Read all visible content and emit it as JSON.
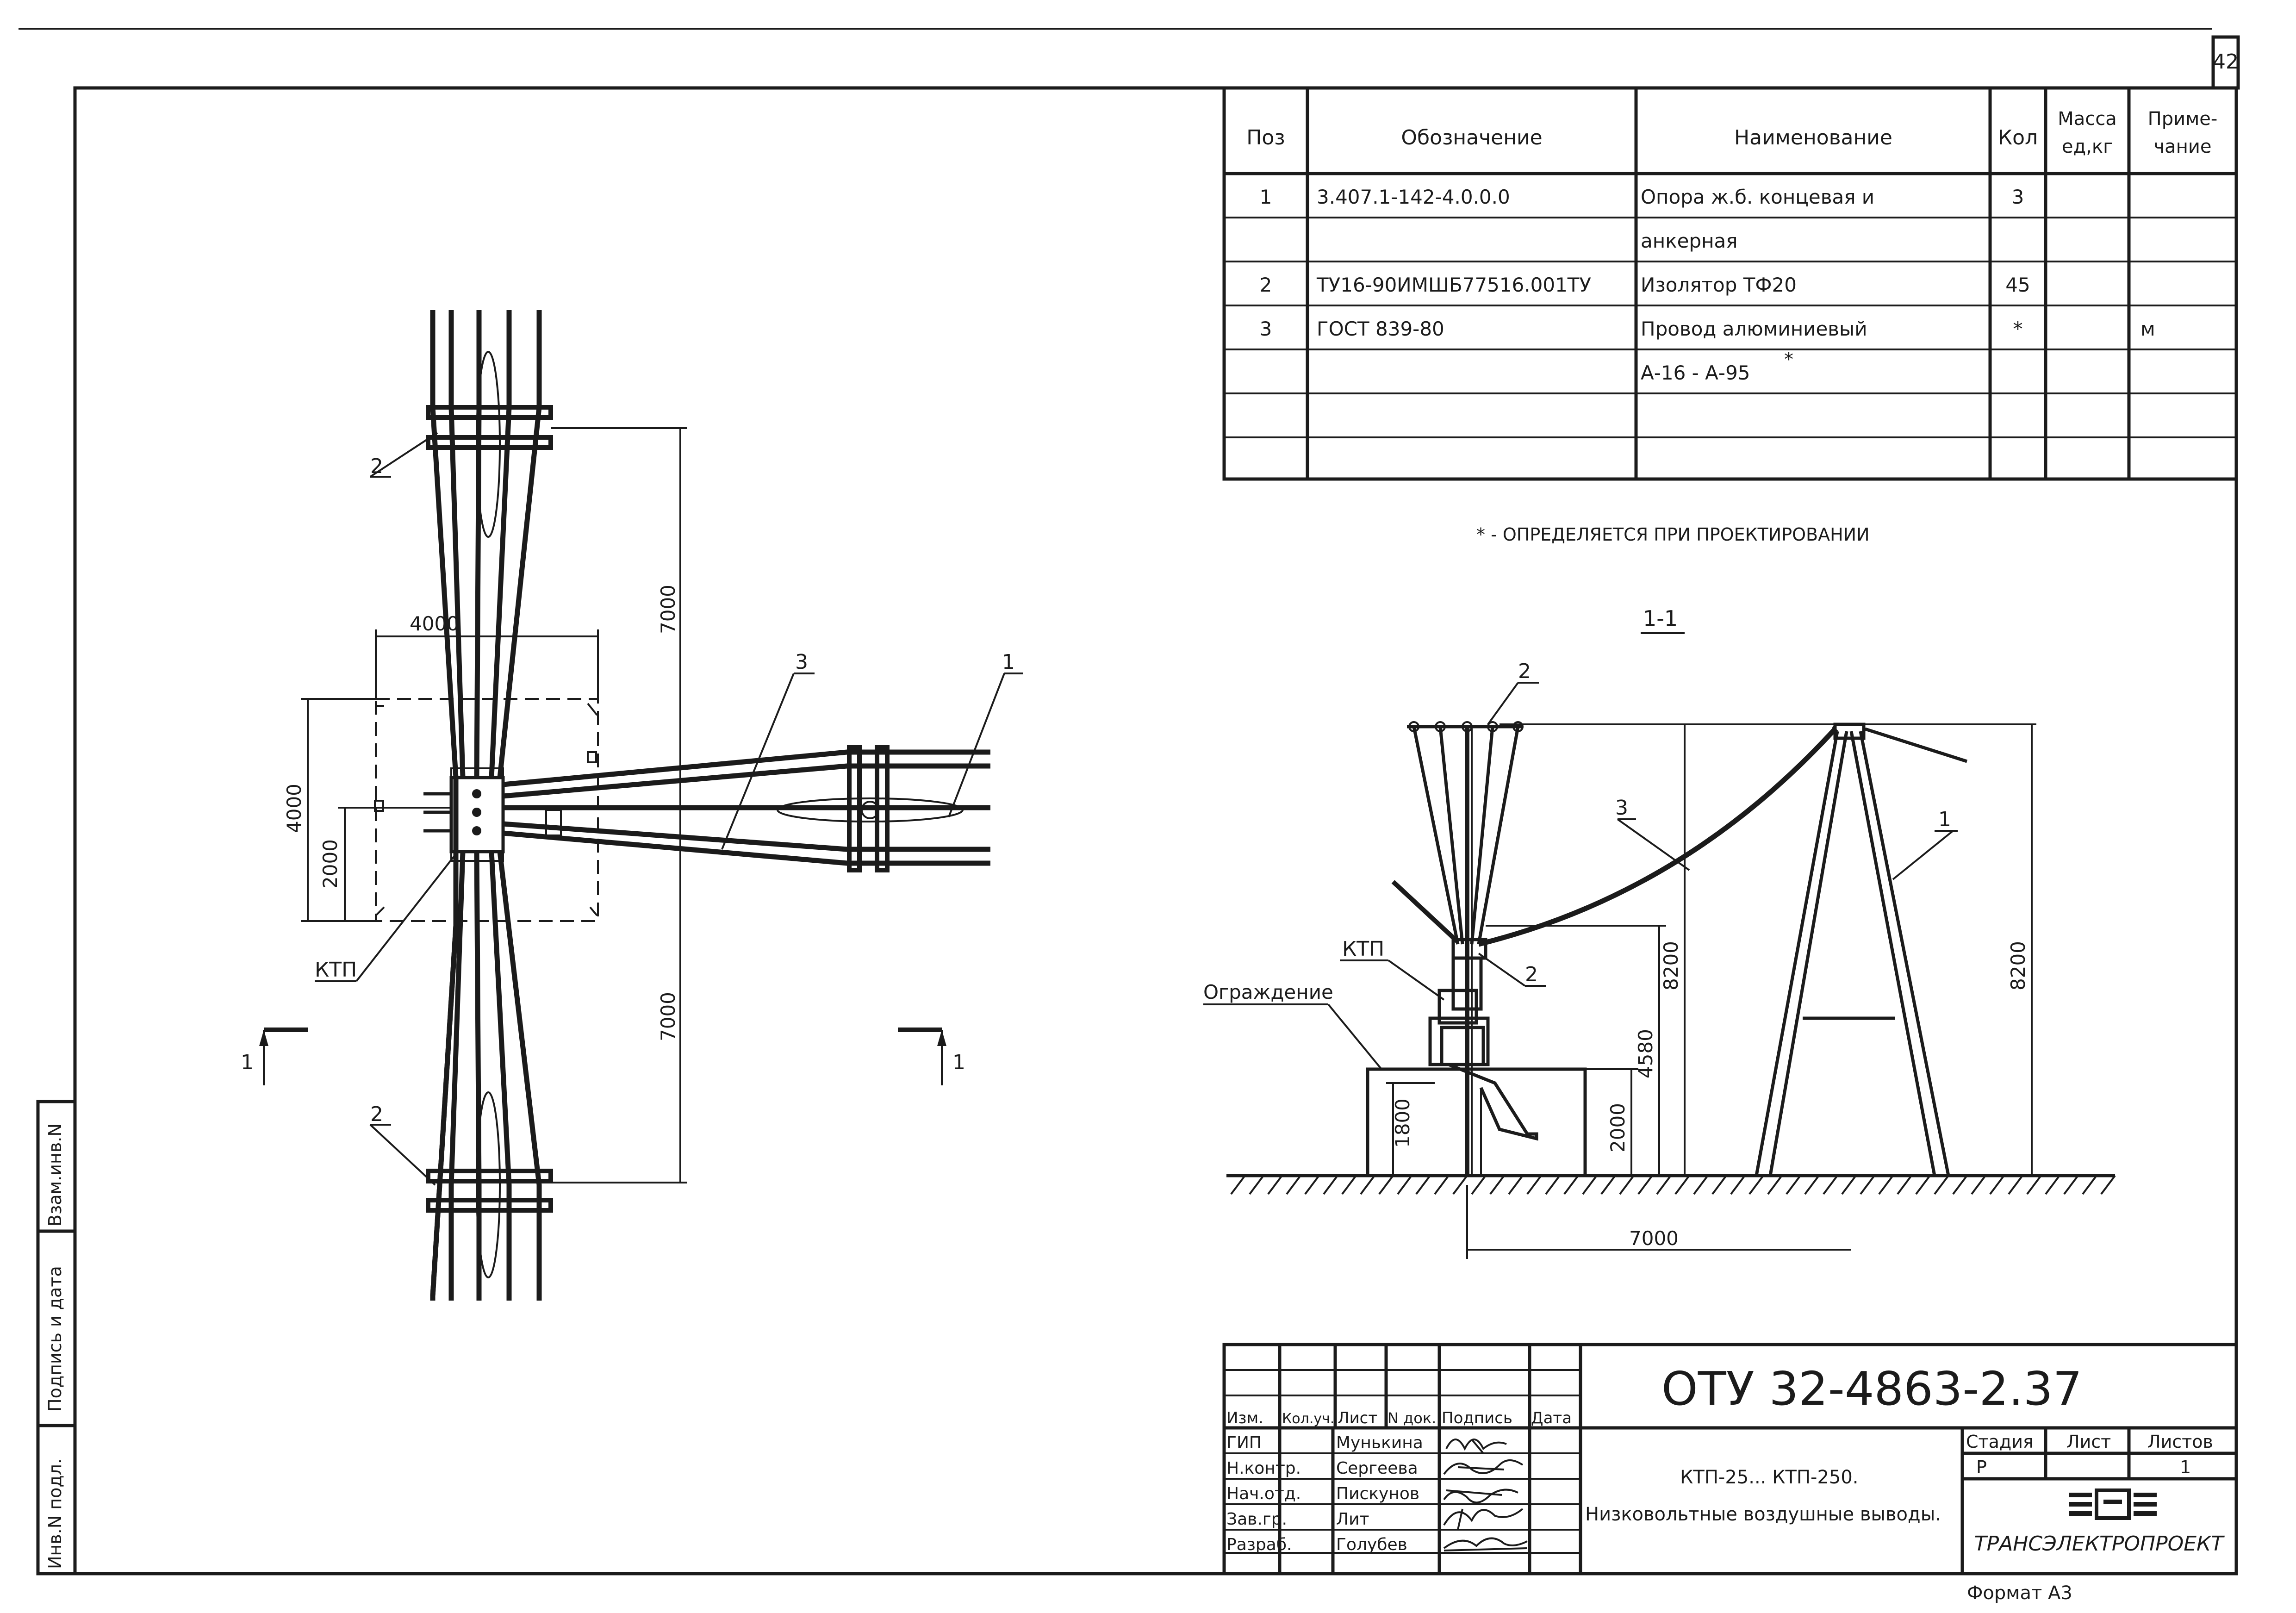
{
  "sheet_number": "42",
  "spec_table": {
    "headers": {
      "pos": "Поз",
      "designation": "Обозначение",
      "name": "Наименование",
      "qty": "Кол",
      "mass_1": "Масса",
      "mass_2": "ед,кг",
      "note_1": "Приме-",
      "note_2": "чание"
    },
    "rows": [
      {
        "pos": "1",
        "designation": "3.407.1-142-4.0.0.0",
        "name": "Опора ж.б. концевая и",
        "qty": "3",
        "mass": "",
        "note": ""
      },
      {
        "pos": "",
        "designation": "",
        "name": "анкерная",
        "qty": "",
        "mass": "",
        "note": ""
      },
      {
        "pos": "2",
        "designation": "ТУ16-90ИМШБ77516.001ТУ",
        "name": "Изолятор ТФ20",
        "qty": "45",
        "mass": "",
        "note": ""
      },
      {
        "pos": "3",
        "designation": "ГОСТ 839-80",
        "name": "Провод алюминиевый",
        "qty": "*",
        "mass": "",
        "note": "м"
      },
      {
        "pos": "",
        "designation": "",
        "name": "А-16 - А-95",
        "qty": "",
        "mass": "",
        "note": ""
      },
      {
        "pos": "",
        "designation": "",
        "name": "",
        "qty": "",
        "mass": "",
        "note": ""
      },
      {
        "pos": "",
        "designation": "",
        "name": "",
        "qty": "",
        "mass": "",
        "note": ""
      }
    ],
    "row6_star": "*"
  },
  "footnote": "* - ОПРЕДЕЛЯЕТСЯ ПРИ ПРОЕКТИРОВАНИИ",
  "plan_view": {
    "dim_width": "4000",
    "dim_height": "4000",
    "dim_half": "2000",
    "dim_up": "7000",
    "dim_down": "7000",
    "callout_1": "1",
    "callout_2_top": "2",
    "callout_2_bottom": "2",
    "callout_3": "3",
    "label_ktp": "КТП",
    "section_mark_left": "1",
    "section_mark_right": "1"
  },
  "section_view": {
    "title": "1-1",
    "callout_2_top": "2",
    "callout_2_mid": "2",
    "callout_3": "3",
    "callout_1": "1",
    "label_ktp": "КТП",
    "label_fence": "Ограждение",
    "dim_8200_left": "8200",
    "dim_8200_right": "8200",
    "dim_4580": "4580",
    "dim_2000": "2000",
    "dim_1800": "1800",
    "dim_7000": "7000"
  },
  "side_stamp": {
    "col1": "Инв.N подл.",
    "col2": "Подпись и дата",
    "col3": "Взам.инв.N"
  },
  "title_block": {
    "doc_code": "ОТУ 32-4863-2.37",
    "header": {
      "izm": "Изм.",
      "kol": "Кол.уч.",
      "list": "Лист",
      "ndoc": "N док.",
      "sign": "Подпись",
      "date": "Дата"
    },
    "people": [
      {
        "role": "ГИП",
        "name": "Мунькина"
      },
      {
        "role": "Н.контр.",
        "name": "Сергеева"
      },
      {
        "role": "Нач.отд.",
        "name": "Пискунов"
      },
      {
        "role": "Зав.гр.",
        "name": "Лит"
      },
      {
        "role": "Разраб.",
        "name": "Голубев"
      }
    ],
    "title_line1": "КТП-25... КТП-250.",
    "title_line2": "Низковольтные воздушные выводы.",
    "stage_label": "Стадия",
    "sheet_label": "Лист",
    "sheets_label": "Листов",
    "stage_value": "Р",
    "sheet_value": "",
    "sheets_value": "1",
    "org_name": "ТРАНСЭЛЕКТРОПРОЕКТ"
  },
  "format": "Формат А3"
}
